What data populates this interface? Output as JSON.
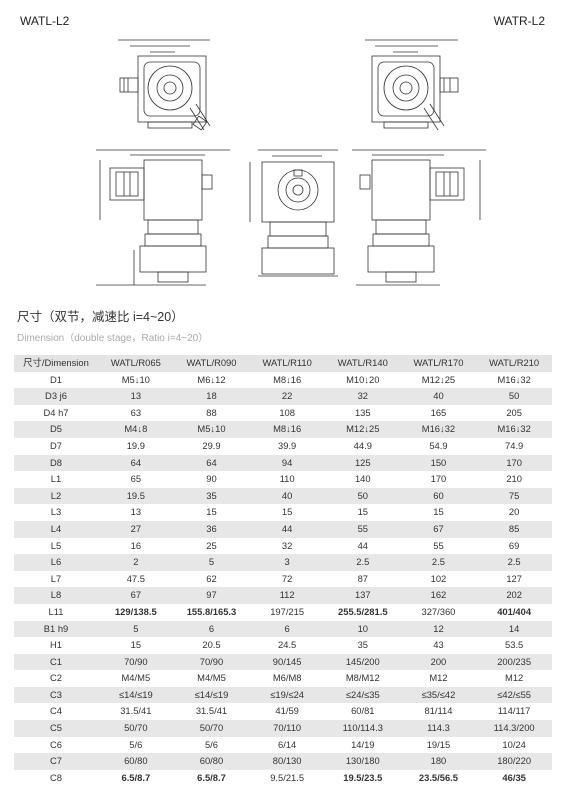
{
  "labels": {
    "left": "WATL-L2",
    "right": "WATR-L2"
  },
  "section": {
    "title_cn": "尺寸（双节，减速比 i=4~20）",
    "title_en": "Dimension（double stage，Ratio i=4~20）"
  },
  "table": {
    "headers": [
      "尺寸/Dimension",
      "WATL/R065",
      "WATL/R090",
      "WATL/R110",
      "WATL/R140",
      "WATL/R170",
      "WATL/R210"
    ],
    "rows": [
      {
        "cells": [
          "D1",
          "M5↓10",
          "M6↓12",
          "M8↓16",
          "M10↓20",
          "M12↓25",
          "M16↓32"
        ]
      },
      {
        "cells": [
          "D3 j6",
          "13",
          "18",
          "22",
          "32",
          "40",
          "50"
        ]
      },
      {
        "cells": [
          "D4 h7",
          "63",
          "88",
          "108",
          "135",
          "165",
          "205"
        ]
      },
      {
        "cells": [
          "D5",
          "M4↓8",
          "M5↓10",
          "M8↓16",
          "M12↓25",
          "M16↓32",
          "M16↓32"
        ]
      },
      {
        "cells": [
          "D7",
          "19.9",
          "29.9",
          "39.9",
          "44.9",
          "54.9",
          "74.9"
        ]
      },
      {
        "cells": [
          "D8",
          "64",
          "64",
          "94",
          "125",
          "150",
          "170"
        ]
      },
      {
        "cells": [
          "L1",
          "65",
          "90",
          "110",
          "140",
          "170",
          "210"
        ]
      },
      {
        "cells": [
          "L2",
          "19.5",
          "35",
          "40",
          "50",
          "60",
          "75"
        ]
      },
      {
        "cells": [
          "L3",
          "13",
          "15",
          "15",
          "15",
          "15",
          "20"
        ]
      },
      {
        "cells": [
          "L4",
          "27",
          "36",
          "44",
          "55",
          "67",
          "85"
        ]
      },
      {
        "cells": [
          "L5",
          "16",
          "25",
          "32",
          "44",
          "55",
          "69"
        ]
      },
      {
        "cells": [
          "L6",
          "2",
          "5",
          "3",
          "2.5",
          "2.5",
          "2.5"
        ]
      },
      {
        "cells": [
          "L7",
          "47.5",
          "62",
          "72",
          "87",
          "102",
          "127"
        ]
      },
      {
        "cells": [
          "L8",
          "67",
          "97",
          "112",
          "137",
          "162",
          "202"
        ]
      },
      {
        "cells": [
          "L11",
          "129/138.5",
          "155.8/165.3",
          "197/215",
          "255.5/281.5",
          "327/360",
          "401/404"
        ],
        "bold": [
          1,
          2,
          4,
          6
        ]
      },
      {
        "cells": [
          "B1 h9",
          "5",
          "6",
          "6",
          "10",
          "12",
          "14"
        ]
      },
      {
        "cells": [
          "H1",
          "15",
          "20.5",
          "24.5",
          "35",
          "43",
          "53.5"
        ]
      },
      {
        "cells": [
          "C1",
          "70/90",
          "70/90",
          "90/145",
          "145/200",
          "200",
          "200/235"
        ]
      },
      {
        "cells": [
          "C2",
          "M4/M5",
          "M4/M5",
          "M6/M8",
          "M8/M12",
          "M12",
          "M12"
        ]
      },
      {
        "cells": [
          "C3",
          "≤14/≤19",
          "≤14/≤19",
          "≤19/≤24",
          "≤24/≤35",
          "≤35/≤42",
          "≤42/≤55"
        ]
      },
      {
        "cells": [
          "C4",
          "31.5/41",
          "31.5/41",
          "41/59",
          "60/81",
          "81/114",
          "114/117"
        ]
      },
      {
        "cells": [
          "C5",
          "50/70",
          "50/70",
          "70/110",
          "110/114.3",
          "114.3",
          "114.3/200"
        ]
      },
      {
        "cells": [
          "C6",
          "5/6",
          "5/6",
          "6/14",
          "14/19",
          "19/15",
          "10/24"
        ]
      },
      {
        "cells": [
          "C7",
          "60/80",
          "60/80",
          "80/130",
          "130/180",
          "180",
          "180/220"
        ]
      },
      {
        "cells": [
          "C8",
          "6.5/8.7",
          "6.5/8.7",
          "9.5/21.5",
          "19.5/23.5",
          "23.5/56.5",
          "46/35"
        ],
        "bold": [
          1,
          2,
          4,
          5,
          6
        ]
      }
    ]
  }
}
